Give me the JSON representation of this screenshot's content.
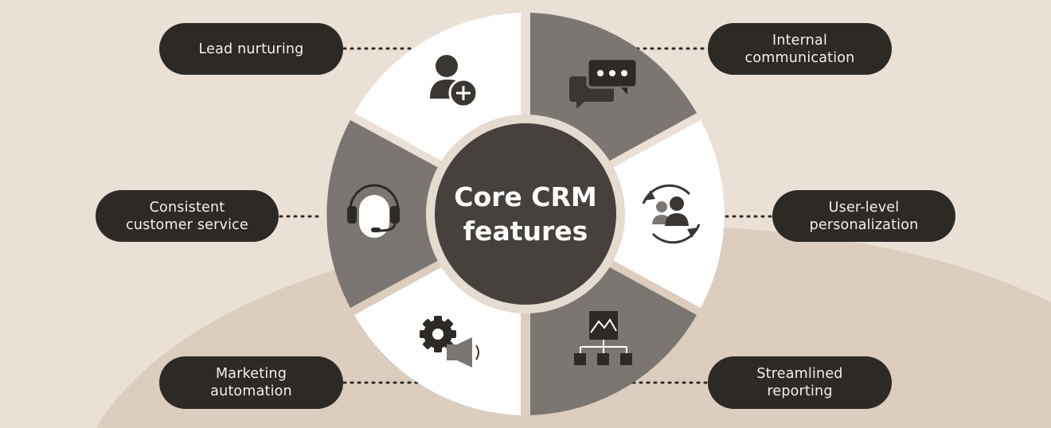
{
  "title": {
    "line1": "Core CRM",
    "line2": "features"
  },
  "features": [
    {
      "id": "lead-nurturing",
      "lines": [
        "Lead nurturing"
      ],
      "icon": "user-add-icon"
    },
    {
      "id": "internal-communication",
      "lines": [
        "Internal",
        "communication"
      ],
      "icon": "chat-bubbles-icon"
    },
    {
      "id": "user-level-personalization",
      "lines": [
        "User-level",
        "personalization"
      ],
      "icon": "users-sync-icon"
    },
    {
      "id": "streamlined-reporting",
      "lines": [
        "Streamlined",
        "reporting"
      ],
      "icon": "hierarchy-report-icon"
    },
    {
      "id": "marketing-automation",
      "lines": [
        "Marketing",
        "automation"
      ],
      "icon": "gear-megaphone-icon"
    },
    {
      "id": "consistent-customer-service",
      "lines": [
        "Consistent",
        "customer service"
      ],
      "icon": "headset-icon"
    }
  ],
  "colors": {
    "background": "#eae0d6",
    "background_arc": "#dccdbf",
    "pill": "#2d2a26",
    "pill_text": "#f4efe9",
    "segment_light": "#ffffff",
    "segment_dark": "#7b7671",
    "center": "#46413c",
    "ring": "#e6dbd0",
    "icon": "#3a3632"
  }
}
